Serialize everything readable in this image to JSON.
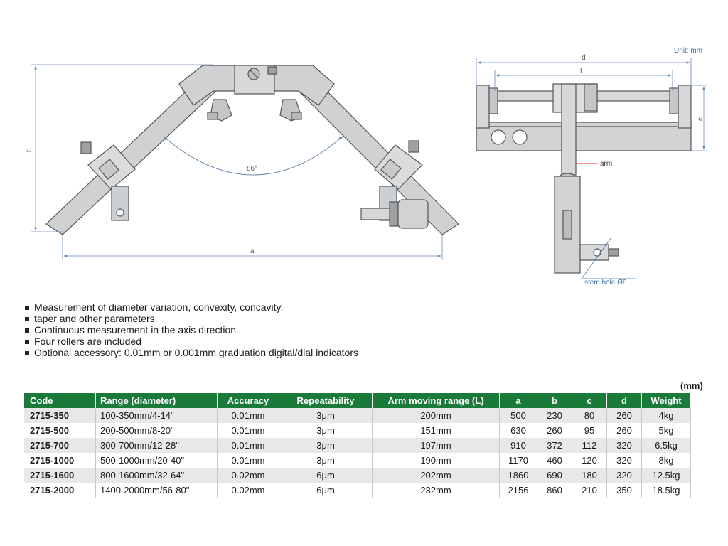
{
  "unit_note": "Unit: mm",
  "diagram_labels": {
    "a": "a",
    "b": "b",
    "c": "c",
    "d": "d",
    "L": "L",
    "angle": "86°",
    "arm": "arm",
    "stem_hole": "stem hole Ø8"
  },
  "features": [
    "Measurement of diameter variation, convexity, concavity,",
    "taper and other parameters",
    "Continuous measurement in the axis direction",
    "Four rollers are included",
    "Optional accessory: 0.01mm or 0.001mm graduation digital/dial indicators"
  ],
  "table": {
    "unit": "(mm)",
    "headers": [
      "Code",
      "Range (diameter)",
      "Accuracy",
      "Repeatability",
      "Arm moving range (L)",
      "a",
      "b",
      "c",
      "d",
      "Weight"
    ],
    "rows": [
      [
        "2715-350",
        "100-350mm/4-14\"",
        "0.01mm",
        "3μm",
        "200mm",
        "500",
        "230",
        "80",
        "260",
        "4kg"
      ],
      [
        "2715-500",
        "200-500mm/8-20\"",
        "0.01mm",
        "3μm",
        "151mm",
        "630",
        "260",
        "95",
        "260",
        "5kg"
      ],
      [
        "2715-700",
        "300-700mm/12-28\"",
        "0.01mm",
        "3μm",
        "197mm",
        "910",
        "372",
        "112",
        "320",
        "6.5kg"
      ],
      [
        "2715-1000",
        "500-1000mm/20-40\"",
        "0.01mm",
        "3μm",
        "190mm",
        "1170",
        "460",
        "120",
        "320",
        "8kg"
      ],
      [
        "2715-1600",
        "800-1600mm/32-64\"",
        "0.02mm",
        "6μm",
        "202mm",
        "1860",
        "690",
        "180",
        "320",
        "12.5kg"
      ],
      [
        "2715-2000",
        "1400-2000mm/56-80\"",
        "0.02mm",
        "6μm",
        "232mm",
        "2156",
        "860",
        "210",
        "350",
        "18.5kg"
      ]
    ]
  }
}
